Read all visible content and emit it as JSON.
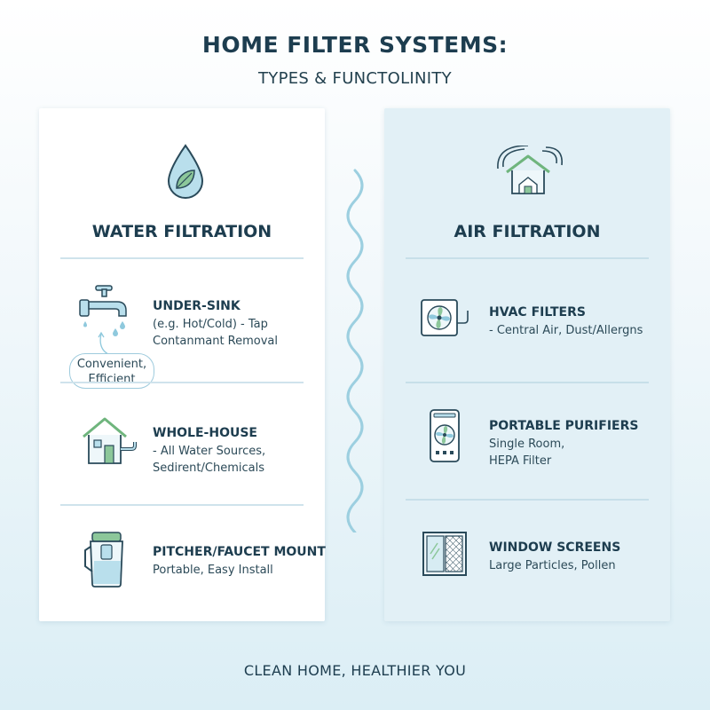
{
  "header": {
    "title": "HOME FILTER SYSTEMS:",
    "subtitle": "TYPES & FUNCTOLINITY"
  },
  "water": {
    "icon": "water-drop-leaf-icon",
    "title": "WATER FILTRATION",
    "callout_line1": "Convenient,",
    "callout_line2": "Efficient",
    "items": [
      {
        "icon": "faucet-icon",
        "title": "UNDER-SINK",
        "desc_line1": "(e.g. Hot/Cold) - Tap",
        "desc_line2": "Contanmant Removal"
      },
      {
        "icon": "house-pipe-icon",
        "title": "WHOLE-HOUSE",
        "desc_line1": "- All Water Sources,",
        "desc_line2": "Sedirent/Chemicals"
      },
      {
        "icon": "pitcher-icon",
        "title": "PITCHER/FAUCET MOUNT",
        "desc_line1": "Portable, Easy Install",
        "desc_line2": ""
      }
    ]
  },
  "air": {
    "icon": "house-airflow-icon",
    "title": "AIR FILTRATION",
    "items": [
      {
        "icon": "hvac-fan-icon",
        "title": "HVAC FILTERS",
        "desc_line1": "- Central Air, Dust/Allergns",
        "desc_line2": ""
      },
      {
        "icon": "air-purifier-icon",
        "title": "PORTABLE PURIFIERS",
        "desc_line1": "Single Room,",
        "desc_line2": "HEPA Filter"
      },
      {
        "icon": "window-screen-icon",
        "title": "WINDOW SCREENS",
        "desc_line1": "Large Particles, Pollen",
        "desc_line2": ""
      }
    ]
  },
  "footer": {
    "text": "CLEAN HOME, HEALTHIER YOU"
  },
  "colors": {
    "text": "#1d3d4f",
    "accent_blue": "#8fc9dd",
    "accent_green": "#7bbf86",
    "divider": "#cfe3ec"
  }
}
